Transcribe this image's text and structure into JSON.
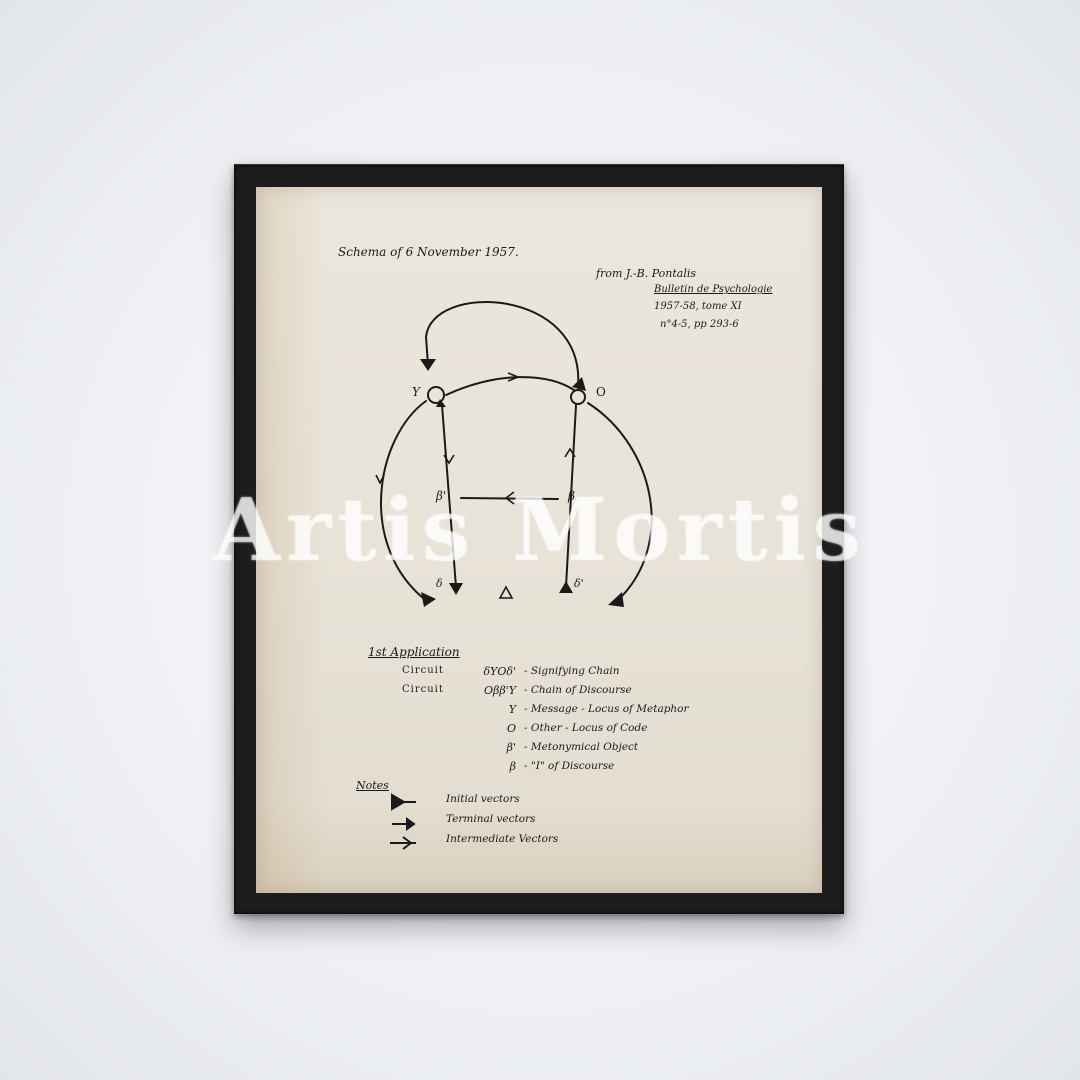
{
  "header": {
    "title": "Schema of 6 November 1957.",
    "source_line1": "from J.-B. Pontalis",
    "source_line2": "Bulletin de Psychologie",
    "source_line3": "1957-58, tome XI",
    "source_line4": "n°4-5, pp 293-6"
  },
  "diagram": {
    "node_labels": {
      "y": "Y",
      "o": "O",
      "beta_prime": "β'",
      "beta": "β",
      "delta": "δ",
      "delta_prime": "δ'",
      "triangle": "△"
    }
  },
  "application": {
    "heading": "1st Application",
    "rows": [
      {
        "prefix": "Circuit",
        "term": "δYOδ'",
        "desc": "- Signifying Chain"
      },
      {
        "prefix": "Circuit",
        "term": "Oββ'Y",
        "desc": "- Chain of Discourse"
      },
      {
        "prefix": "",
        "term": "Y",
        "desc": "- Message - Locus of Metaphor"
      },
      {
        "prefix": "",
        "term": "O",
        "desc": "- Other - Locus of Code"
      },
      {
        "prefix": "",
        "term": "β'",
        "desc": "- Metonymical Object"
      },
      {
        "prefix": "",
        "term": "β",
        "desc": "- \"I\" of Discourse"
      }
    ]
  },
  "notes": {
    "heading": "Notes",
    "items": [
      {
        "label": "Initial vectors"
      },
      {
        "label": "Terminal vectors"
      },
      {
        "label": "Intermediate Vectors"
      }
    ]
  },
  "watermark": "Artis Mortis",
  "colors": {
    "ink": "#1a1a1a",
    "paper": "#e8e3d8",
    "frame": "#1d1d1d"
  }
}
